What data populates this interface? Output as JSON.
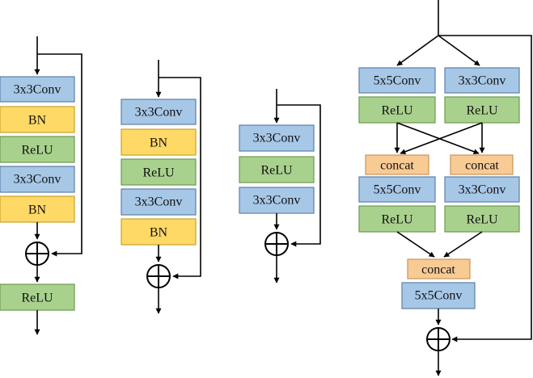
{
  "colors": {
    "conv": "#a7c7e7",
    "bn": "#ffd966",
    "relu": "#a9d18e",
    "concat": "#f8cb94",
    "line": "#000000"
  },
  "diagram": {
    "block1": {
      "conv_a": "3x3Conv",
      "bn_a": "BN",
      "relu_a": "ReLU",
      "conv_b": "3x3Conv",
      "bn_b": "BN",
      "relu_out": "ReLU"
    },
    "block2": {
      "conv_a": "3x3Conv",
      "bn_a": "BN",
      "relu_a": "ReLU",
      "conv_b": "3x3Conv",
      "bn_b": "BN"
    },
    "block3": {
      "conv_a": "3x3Conv",
      "relu_a": "ReLU",
      "conv_b": "3x3Conv"
    },
    "block4": {
      "left_conv1": "5x5Conv",
      "right_conv1": "3x3Conv",
      "left_relu1": "ReLU",
      "right_relu1": "ReLU",
      "left_concat": "concat",
      "right_concat": "concat",
      "left_conv2": "5x5Conv",
      "right_conv2": "3x3Conv",
      "left_relu2": "ReLU",
      "right_relu2": "ReLU",
      "merge_concat": "concat",
      "final_conv": "5x5Conv"
    }
  }
}
